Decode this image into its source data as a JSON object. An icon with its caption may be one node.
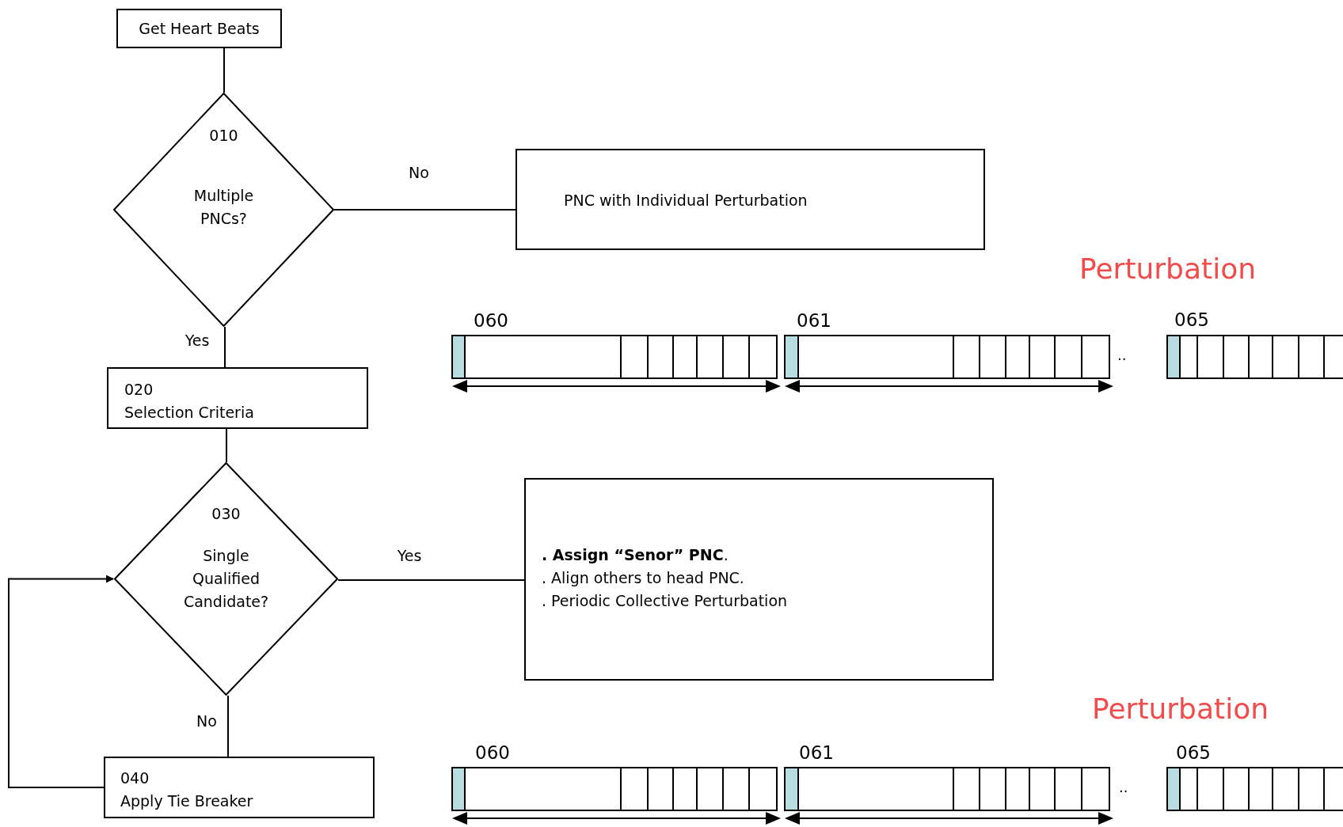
{
  "diagram": {
    "nodes": [
      {
        "text": [
          "Get Heart Beats"
        ]
      },
      {
        "text": [
          "010",
          "Multiple PNCs?"
        ]
      },
      {
        "text": [
          "PNC with Individual Perturbation"
        ]
      },
      {
        "text": [
          "020",
          "Selection Criteria"
        ]
      },
      {
        "text": [
          "030",
          "Single Qualified Candidate?"
        ]
      },
      {
        "text": [
          "**. Assign “Senor” PNC**.",
          ". Align others to head PNC.",
          ". Periodic Collective Perturbation"
        ]
      },
      {
        "text": [
          "040",
          "Apply Tie Breaker"
        ]
      }
    ],
    "edges": [
      {
        "from": 0,
        "to": 1,
        "arrow": "none"
      },
      {
        "from": 1,
        "to": 2,
        "arrow": "none",
        "label": "No"
      },
      {
        "from": 1,
        "to": 3,
        "arrow": "none",
        "label": "Yes"
      },
      {
        "from": 3,
        "to": 4,
        "arrow": "none"
      },
      {
        "from": 4,
        "to": 5,
        "arrow": "none",
        "label": "Yes"
      },
      {
        "from": 4,
        "to": 6,
        "arrow": "none",
        "label": "No"
      },
      {
        "from": 6,
        "to": 4,
        "arrow": "to"
      }
    ],
    "labels": [
      "Perturbation",
      "060",
      "061",
      "..",
      "065",
      "Perturbation",
      "060",
      "061",
      "..",
      "065"
    ]
  }
}
